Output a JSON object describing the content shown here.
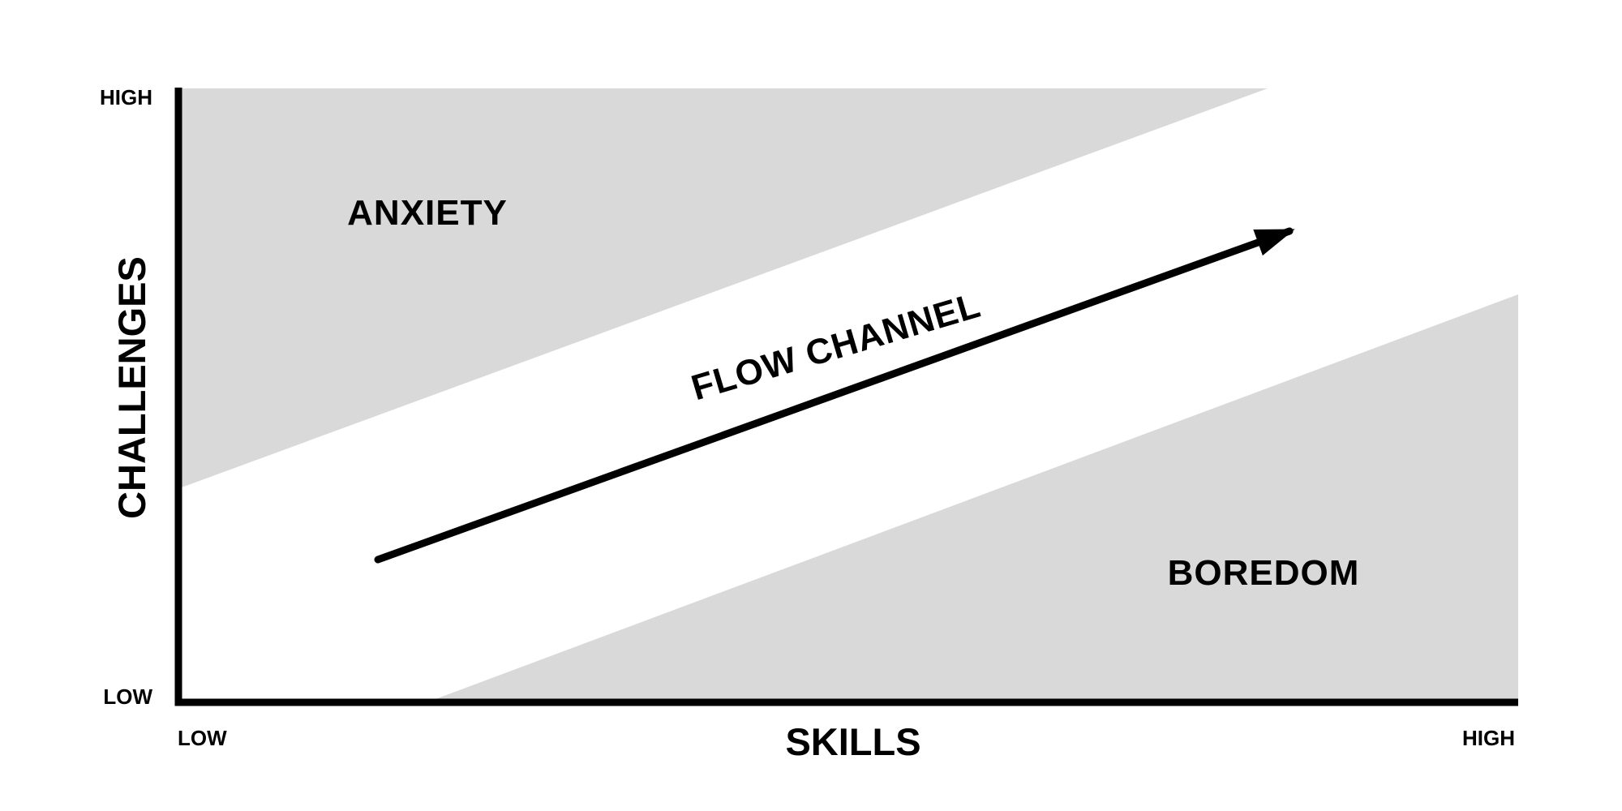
{
  "diagram": {
    "name": "flow-channel-model",
    "y_axis": {
      "label": "CHALLENGES",
      "top_tick": "HIGH",
      "bottom_tick": "LOW"
    },
    "x_axis": {
      "label": "SKILLS",
      "left_tick": "LOW",
      "right_tick": "HIGH"
    },
    "regions": {
      "anxiety": {
        "label": "ANXIETY"
      },
      "flow": {
        "label": "FLOW CHANNEL"
      },
      "boredom": {
        "label": "BOREDOM"
      }
    },
    "colors": {
      "region_fill": "#d9d9d9",
      "ink": "#000000",
      "background": "#ffffff"
    }
  }
}
